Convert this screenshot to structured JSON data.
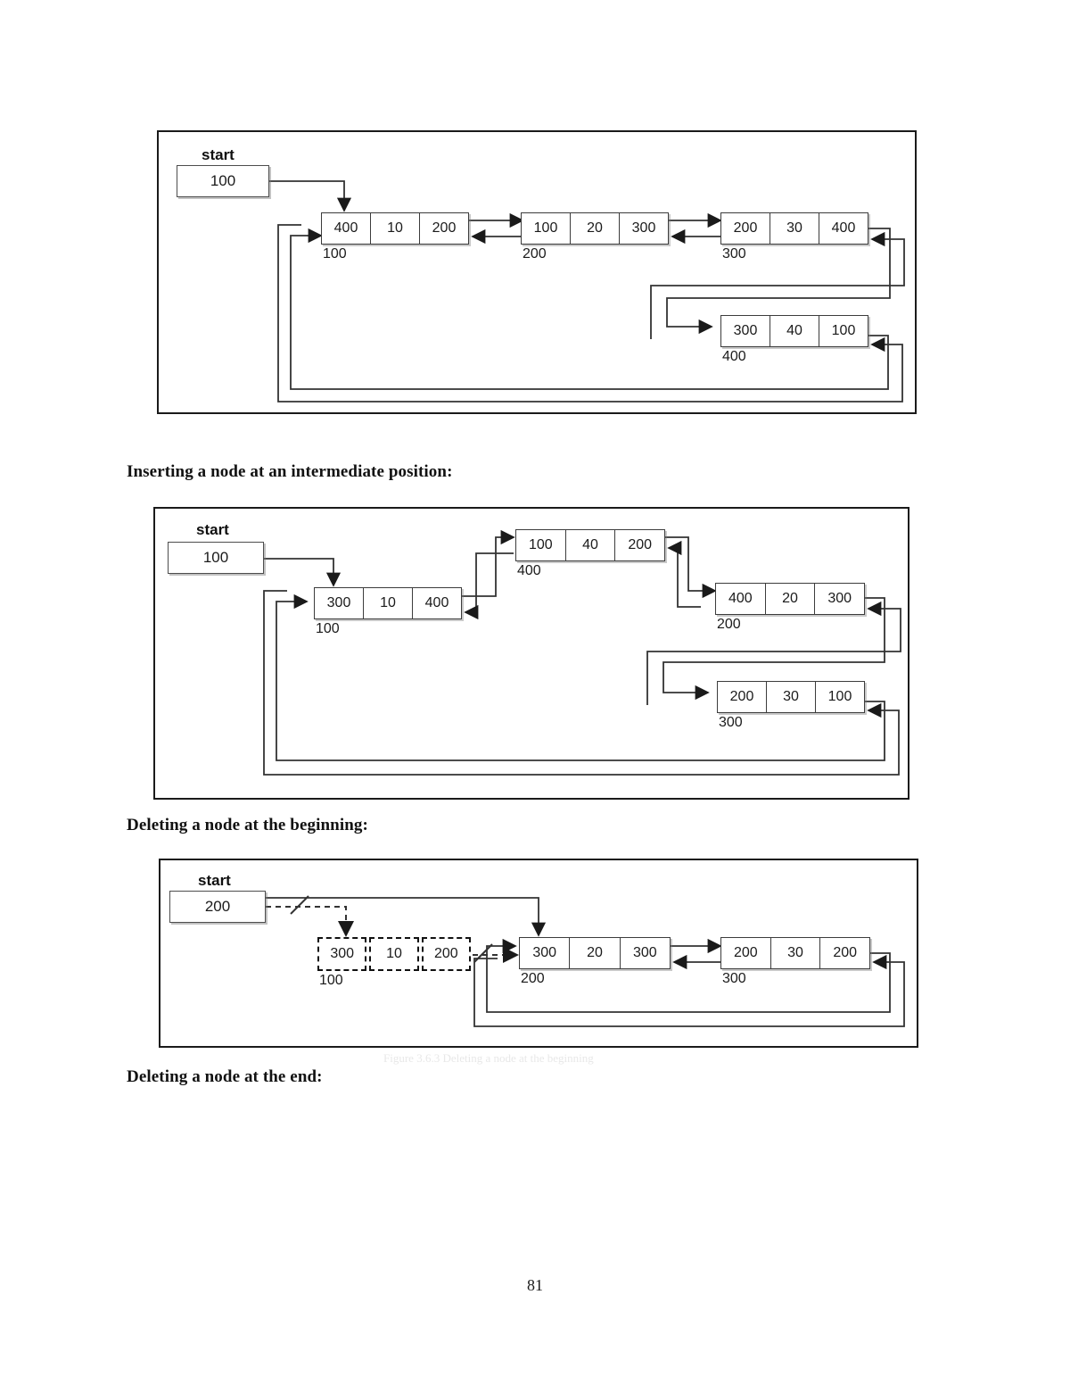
{
  "page": {
    "number": "81",
    "caption_faint": "Figure 3.6.3 Deleting a node at the beginning"
  },
  "headings": {
    "insert_intermediate": "Inserting a node at an intermediate position:",
    "delete_beginning": "Deleting a node at the beginning:",
    "delete_end": "Deleting a node at the end:"
  },
  "colors": {
    "frame_border": "#1a1a1a",
    "node_border": "#3c3c3c",
    "line": "#333333",
    "text": "#1b1b1b",
    "deleted_border": "#111111"
  },
  "diagram1": {
    "name": "circular-doubly-linked-list-after-insert-at-end",
    "start_label": "start",
    "start_value": "100",
    "nodes": [
      {
        "prev": "400",
        "data": "10",
        "next": "200",
        "address": "100"
      },
      {
        "prev": "100",
        "data": "20",
        "next": "300",
        "address": "200"
      },
      {
        "prev": "200",
        "data": "30",
        "next": "400",
        "address": "300"
      },
      {
        "prev": "300",
        "data": "40",
        "next": "100",
        "address": "400"
      }
    ]
  },
  "diagram2": {
    "name": "circular-doubly-linked-list-after-insert-intermediate",
    "start_label": "start",
    "start_value": "100",
    "nodes": [
      {
        "prev": "300",
        "data": "10",
        "next": "400",
        "address": "100"
      },
      {
        "prev": "100",
        "data": "40",
        "next": "200",
        "address": "400"
      },
      {
        "prev": "400",
        "data": "20",
        "next": "300",
        "address": "200"
      },
      {
        "prev": "200",
        "data": "30",
        "next": "100",
        "address": "300"
      }
    ]
  },
  "diagram3": {
    "name": "circular-doubly-linked-list-delete-at-beginning",
    "start_label": "start",
    "start_value": "200",
    "deleted_node": {
      "prev": "300",
      "data": "10",
      "next": "200",
      "address": "100"
    },
    "nodes": [
      {
        "prev": "300",
        "data": "20",
        "next": "300",
        "address": "200"
      },
      {
        "prev": "200",
        "data": "30",
        "next": "200",
        "address": "300"
      }
    ]
  }
}
